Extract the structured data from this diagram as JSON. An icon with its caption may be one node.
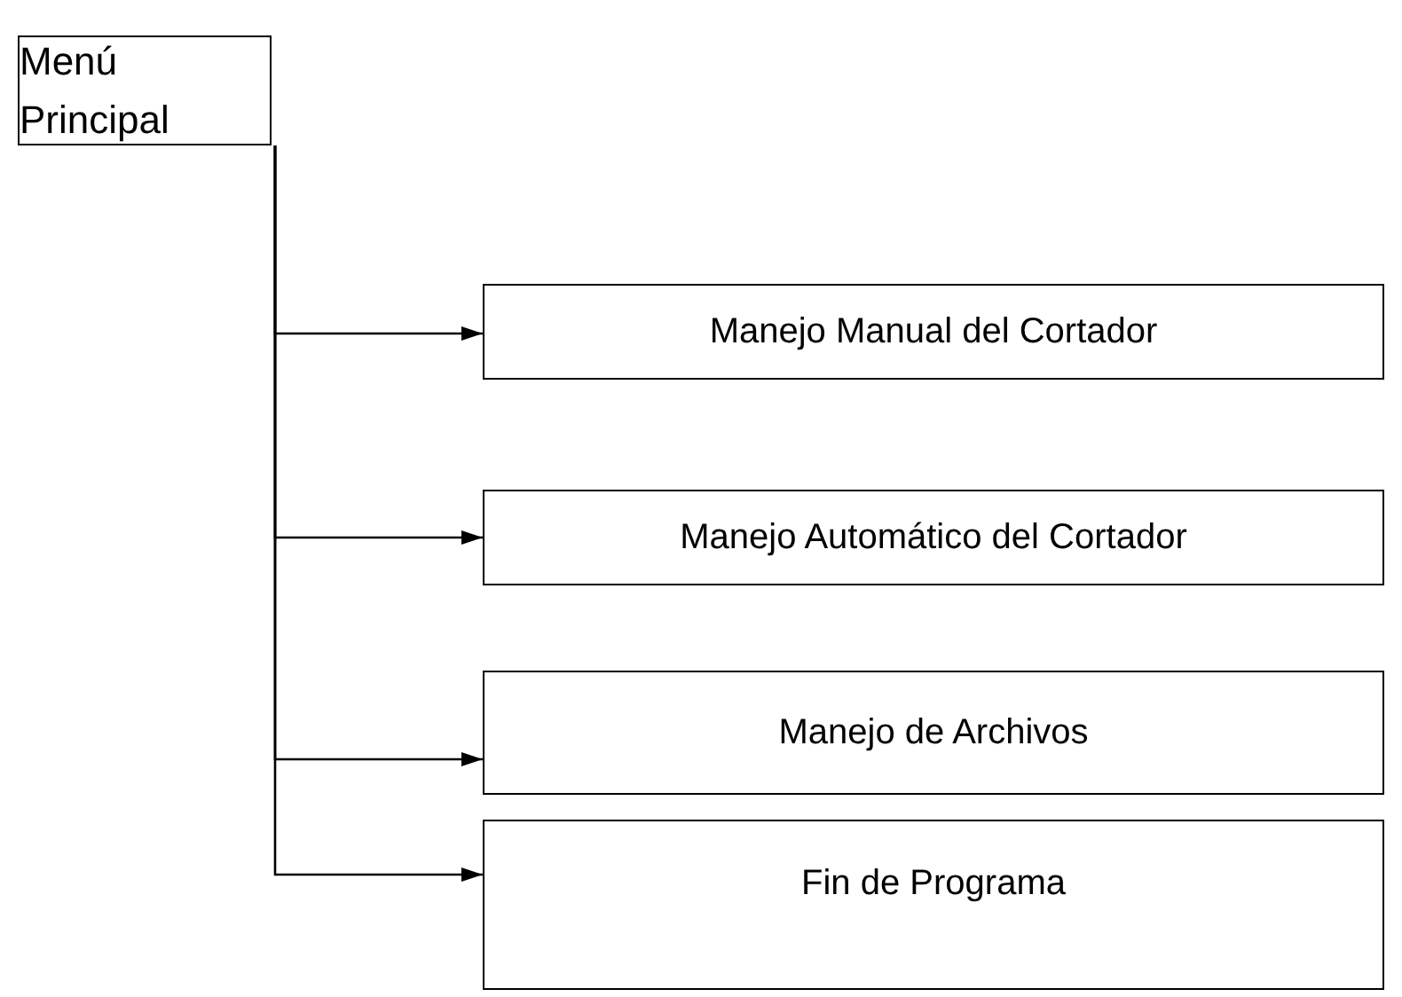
{
  "diagram": {
    "nodes": [
      {
        "text": [
          "Menú Principal"
        ]
      },
      {
        "text": [
          "Manejo Manual del Cortador"
        ]
      },
      {
        "text": [
          "Manejo Automático del Cortador"
        ]
      },
      {
        "text": [
          "Manejo de Archivos"
        ]
      },
      {
        "text": [
          "Fin de Programa"
        ]
      }
    ],
    "edges": [
      {
        "from": 0,
        "to": 1,
        "arrow": "to"
      },
      {
        "from": 0,
        "to": 2,
        "arrow": "to"
      },
      {
        "from": 0,
        "to": 3,
        "arrow": "to"
      },
      {
        "from": 0,
        "to": 4,
        "arrow": "to"
      }
    ]
  }
}
